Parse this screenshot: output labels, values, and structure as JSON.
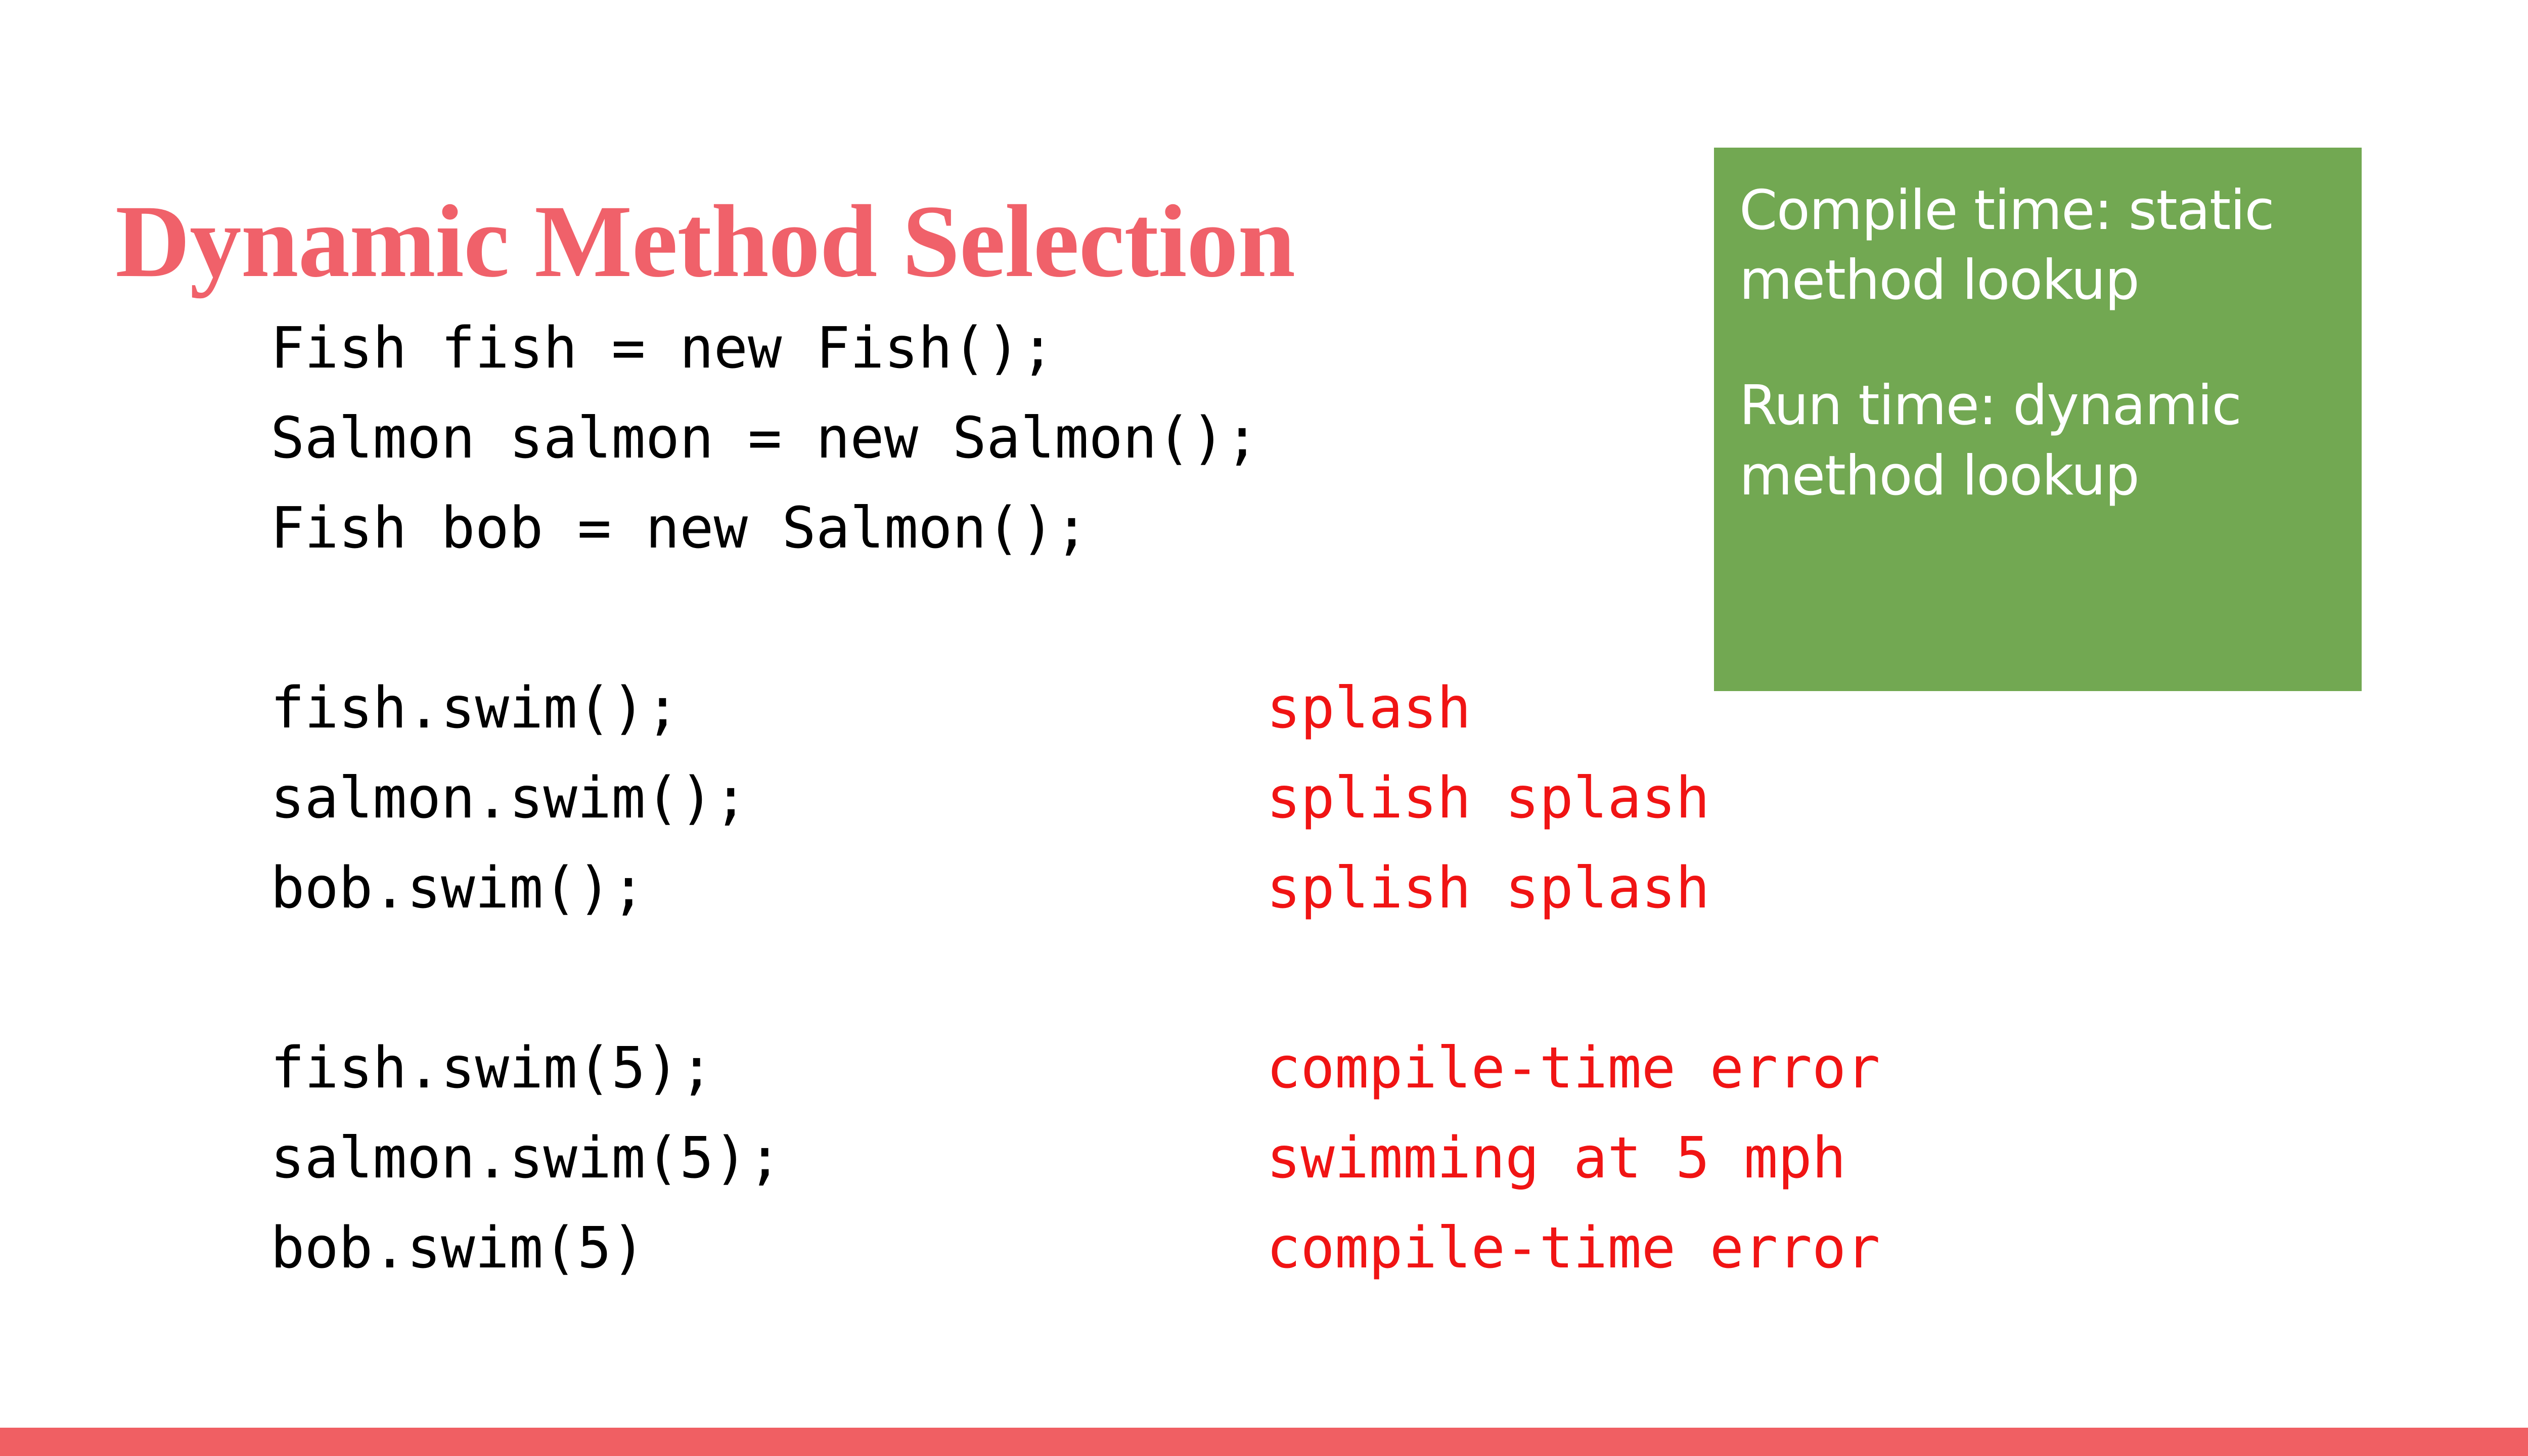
{
  "slide": {
    "title": "Dynamic Method Selection",
    "background_color": "#FFFFFF",
    "title_color": "#F0616A",
    "accent_bar_color": "#F05F63",
    "callout_bg_color": "#72A852",
    "code_color": "#000000",
    "output_color": "#F01414"
  },
  "callout": {
    "line_1": "Compile time:  static method lookup",
    "line_2": "Run time:  dynamic method lookup"
  },
  "code": {
    "rows": [
      {
        "statement": "Fish fish = new Fish();",
        "output": ""
      },
      {
        "statement": "Salmon salmon = new Salmon();",
        "output": ""
      },
      {
        "statement": "Fish bob = new Salmon();",
        "output": ""
      },
      {
        "statement": "",
        "output": ""
      },
      {
        "statement": "fish.swim();",
        "output": "splash"
      },
      {
        "statement": "salmon.swim();",
        "output": "splish splash"
      },
      {
        "statement": "bob.swim();",
        "output": "splish splash"
      },
      {
        "statement": "",
        "output": ""
      },
      {
        "statement": "fish.swim(5);",
        "output": "compile-time error"
      },
      {
        "statement": "salmon.swim(5);",
        "output": "swimming at 5 mph"
      },
      {
        "statement": "bob.swim(5)",
        "output": "compile-time error"
      }
    ]
  }
}
